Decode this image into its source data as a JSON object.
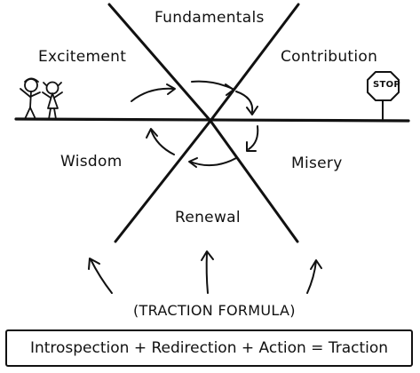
{
  "stages": {
    "fundamentals": "Fundamentals",
    "contribution": "Contribution",
    "misery": "Misery",
    "renewal": "Renewal",
    "wisdom": "Wisdom",
    "excitement": "Excitement"
  },
  "stop_sign": "STOP",
  "formula_caption": "(TRACTION FORMULA)",
  "formula": "Introspection + Redirection + Action = Traction",
  "icons": [
    "stick-figures-icon",
    "stop-sign-icon",
    "cycle-arrow-icon",
    "up-arrow-icon"
  ]
}
